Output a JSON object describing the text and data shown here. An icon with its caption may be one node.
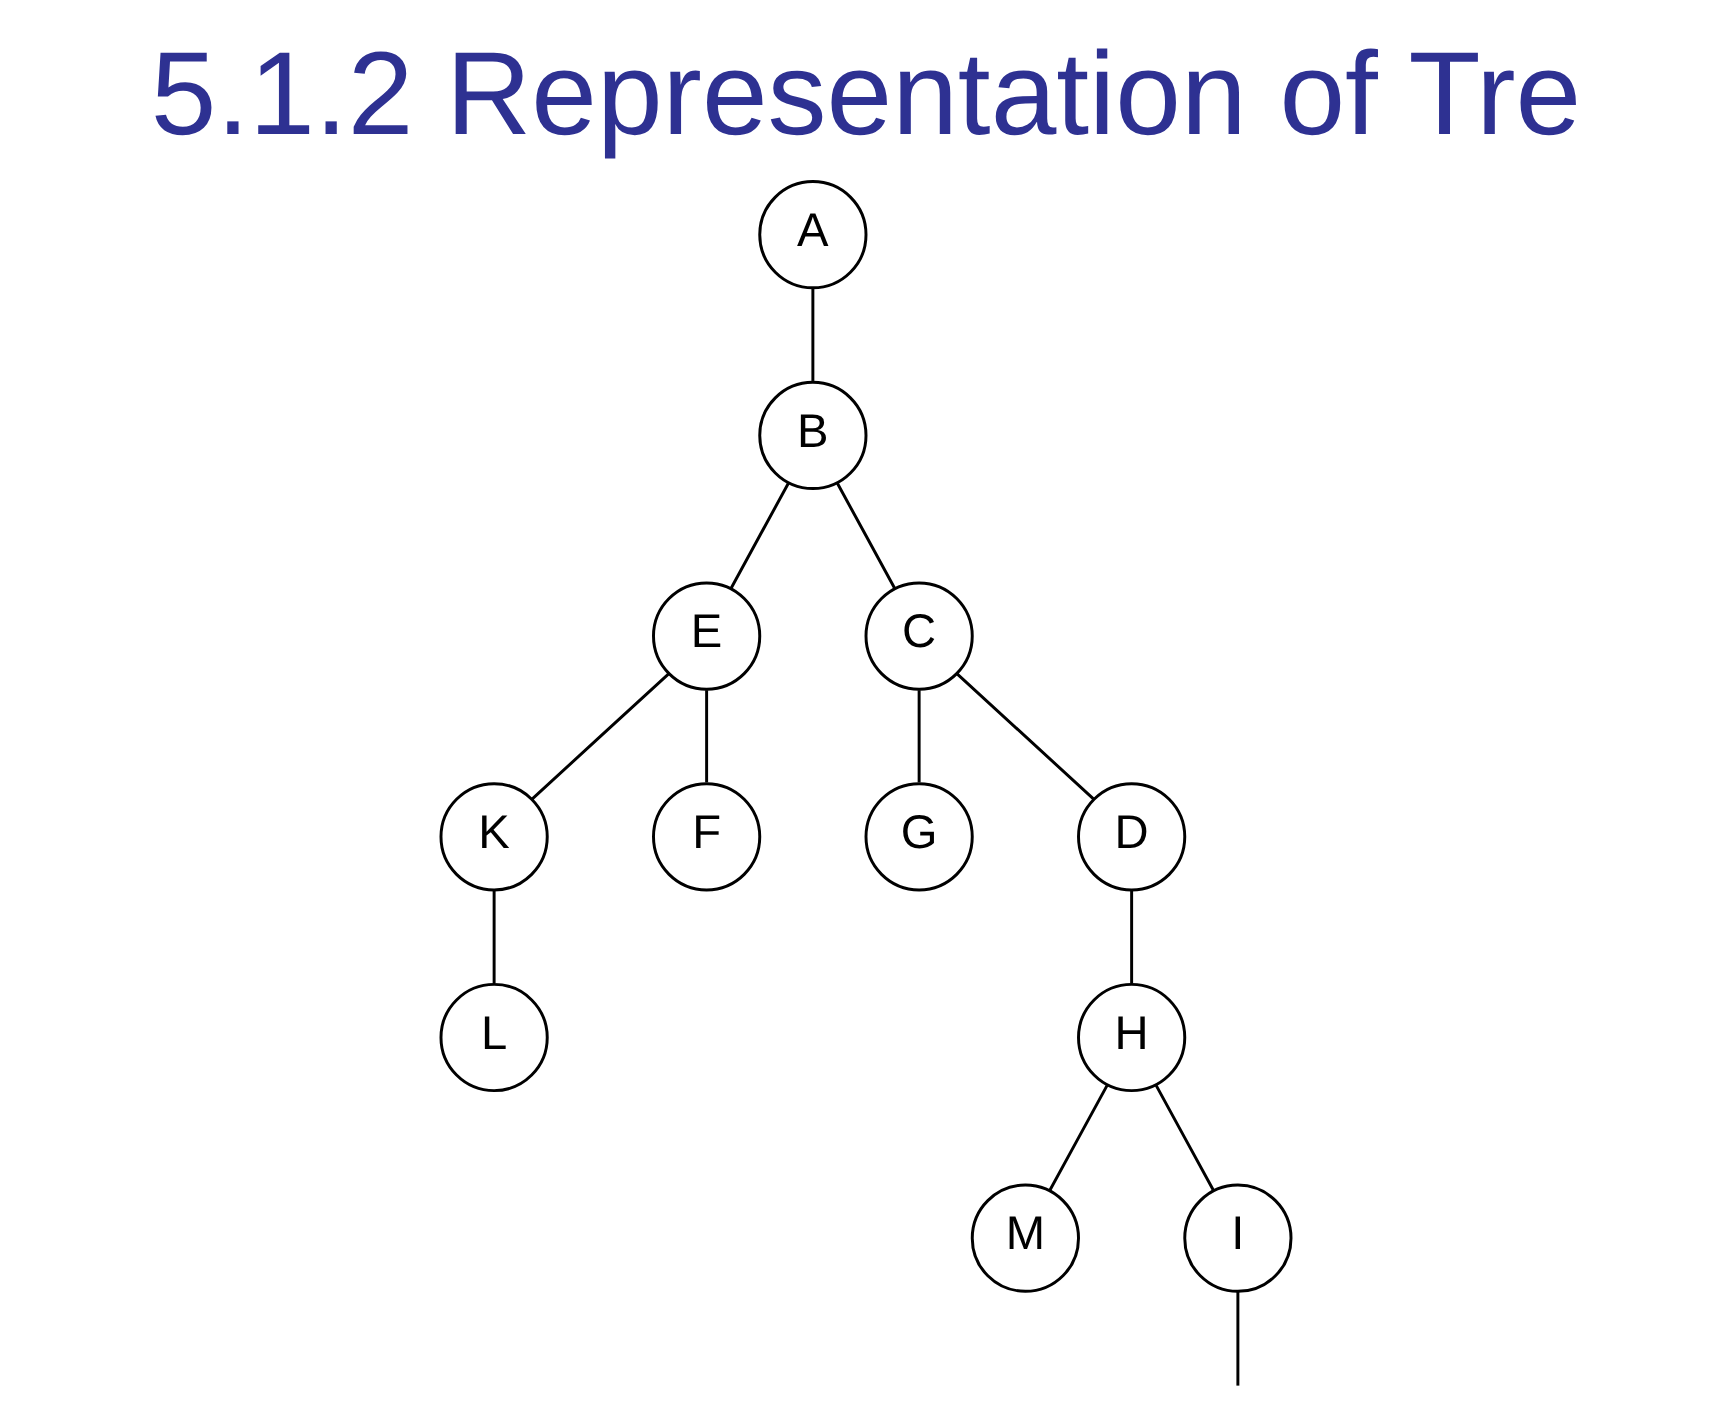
{
  "diagram": {
    "title": "5.1.2 Representation of Tre",
    "nodes": [
      {
        "text": [
          "A"
        ]
      },
      {
        "text": [
          "B"
        ]
      },
      {
        "text": [
          "E"
        ]
      },
      {
        "text": [
          "C"
        ]
      },
      {
        "text": [
          "K"
        ]
      },
      {
        "text": [
          "F"
        ]
      },
      {
        "text": [
          "G"
        ]
      },
      {
        "text": [
          "D"
        ]
      },
      {
        "text": [
          "L"
        ]
      },
      {
        "text": [
          "H"
        ]
      },
      {
        "text": [
          "M"
        ]
      },
      {
        "text": [
          "I"
        ]
      }
    ],
    "edges": [
      {
        "from": 0,
        "to": 1,
        "arrow": "none"
      },
      {
        "from": 1,
        "to": 2,
        "arrow": "none"
      },
      {
        "from": 1,
        "to": 3,
        "arrow": "none"
      },
      {
        "from": 2,
        "to": 4,
        "arrow": "none"
      },
      {
        "from": 2,
        "to": 5,
        "arrow": "none"
      },
      {
        "from": 3,
        "to": 6,
        "arrow": "none"
      },
      {
        "from": 3,
        "to": 7,
        "arrow": "none"
      },
      {
        "from": 4,
        "to": 8,
        "arrow": "none"
      },
      {
        "from": 7,
        "to": 9,
        "arrow": "none"
      },
      {
        "from": 9,
        "to": 10,
        "arrow": "none"
      },
      {
        "from": 9,
        "to": 11,
        "arrow": "none"
      },
      {
        "from": 11,
        "to": null,
        "arrow": "none"
      }
    ]
  }
}
